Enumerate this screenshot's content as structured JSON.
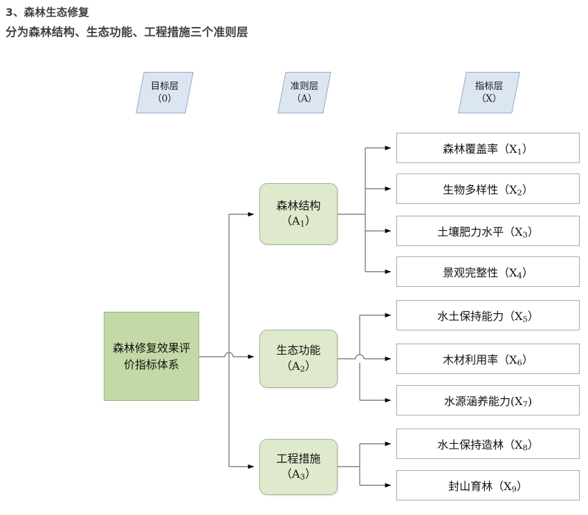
{
  "page": {
    "title_line1": "3、森林生态修复",
    "title_line2": "分为森林结构、生态功能、工程措施三个准则层",
    "background_color": "#ffffff"
  },
  "colors": {
    "layer_header_fill": "#dce6f2",
    "layer_header_border": "#8ea9c7",
    "goal_fill": "#c3d9a6",
    "goal_border": "#9bb383",
    "criteria_fill": "#dfeacd",
    "criteria_border": "#a3b58e",
    "indicator_fill": "#ffffff",
    "indicator_border": "#a6a6a6",
    "connector": "#808080",
    "arrowhead": "#000000",
    "heading_text": "#404040"
  },
  "layer_headers": [
    {
      "id": "O",
      "name": "目标层",
      "code": "（0）"
    },
    {
      "id": "A",
      "name": "准则层",
      "code": "（A）"
    },
    {
      "id": "X",
      "name": "指标层",
      "code": "（X）"
    }
  ],
  "goal": {
    "label": "森林修复效果评价指标体系",
    "code": "0"
  },
  "criteria": [
    {
      "id": "A1",
      "name": "森林结构",
      "code_prefix": "（A",
      "code_sub": "1",
      "code_suffix": "）"
    },
    {
      "id": "A2",
      "name": "生态功能",
      "code_prefix": "（A",
      "code_sub": "2",
      "code_suffix": "）"
    },
    {
      "id": "A3",
      "name": "工程措施",
      "code_prefix": "（A",
      "code_sub": "3",
      "code_suffix": "）"
    }
  ],
  "indicators": [
    {
      "id": "X1",
      "parent": "A1",
      "name": "森林覆盖率",
      "open": "（X",
      "sub": "1",
      "close": "）"
    },
    {
      "id": "X2",
      "parent": "A1",
      "name": "生物多样性",
      "open": "（X",
      "sub": "2",
      "close": "）"
    },
    {
      "id": "X3",
      "parent": "A1",
      "name": "土壤肥力水平",
      "open": "（X",
      "sub": "3",
      "close": "）"
    },
    {
      "id": "X4",
      "parent": "A1",
      "name": "景观完整性",
      "open": "（X",
      "sub": "4",
      "close": "）"
    },
    {
      "id": "X5",
      "parent": "A2",
      "name": "水土保持能力",
      "open": "（X",
      "sub": "5",
      "close": "）"
    },
    {
      "id": "X6",
      "parent": "A2",
      "name": "木材利用率",
      "open": "（X",
      "sub": "6",
      "close": "）"
    },
    {
      "id": "X7",
      "parent": "A2",
      "name": "水源涵养能力",
      "open": "(X",
      "sub": "7",
      "close": ")"
    },
    {
      "id": "X8",
      "parent": "A3",
      "name": "水土保持造林",
      "open": "（X",
      "sub": "8",
      "close": "）"
    },
    {
      "id": "X9",
      "parent": "A3",
      "name": "封山育林",
      "open": "（X",
      "sub": "9",
      "close": "）"
    }
  ]
}
